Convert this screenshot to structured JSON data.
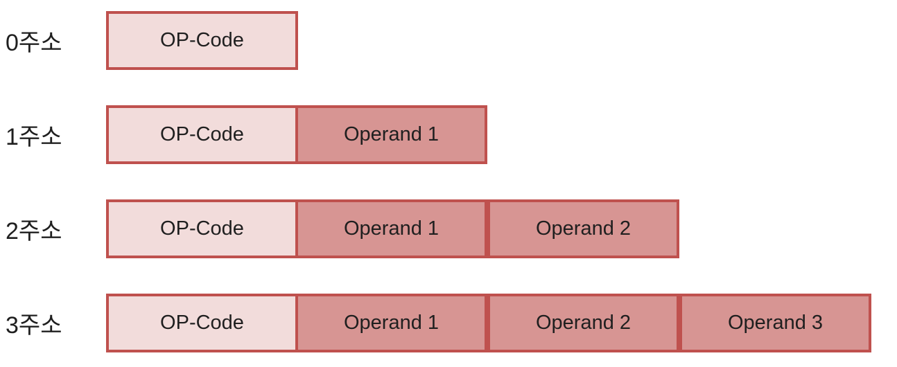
{
  "diagram": {
    "title": "instruction-address-formats",
    "rows": [
      {
        "label": "0주소",
        "cells": [
          {
            "text": "OP-Code",
            "variant": "opcode"
          }
        ]
      },
      {
        "label": "1주소",
        "cells": [
          {
            "text": "OP-Code",
            "variant": "opcode"
          },
          {
            "text": "Operand 1",
            "variant": "operand"
          }
        ]
      },
      {
        "label": "2주소",
        "cells": [
          {
            "text": "OP-Code",
            "variant": "opcode"
          },
          {
            "text": "Operand 1",
            "variant": "operand"
          },
          {
            "text": "Operand 2",
            "variant": "operand"
          }
        ]
      },
      {
        "label": "3주소",
        "cells": [
          {
            "text": "OP-Code",
            "variant": "opcode"
          },
          {
            "text": "Operand 1",
            "variant": "operand"
          },
          {
            "text": "Operand 2",
            "variant": "operand"
          },
          {
            "text": "Operand 3",
            "variant": "operand"
          }
        ]
      }
    ]
  },
  "colors": {
    "bg": "#ffffff",
    "border": "#bf514e",
    "opcode_fill": "#f2dcdb",
    "operand_fill": "#d79593",
    "text": "#1f1f1f"
  }
}
